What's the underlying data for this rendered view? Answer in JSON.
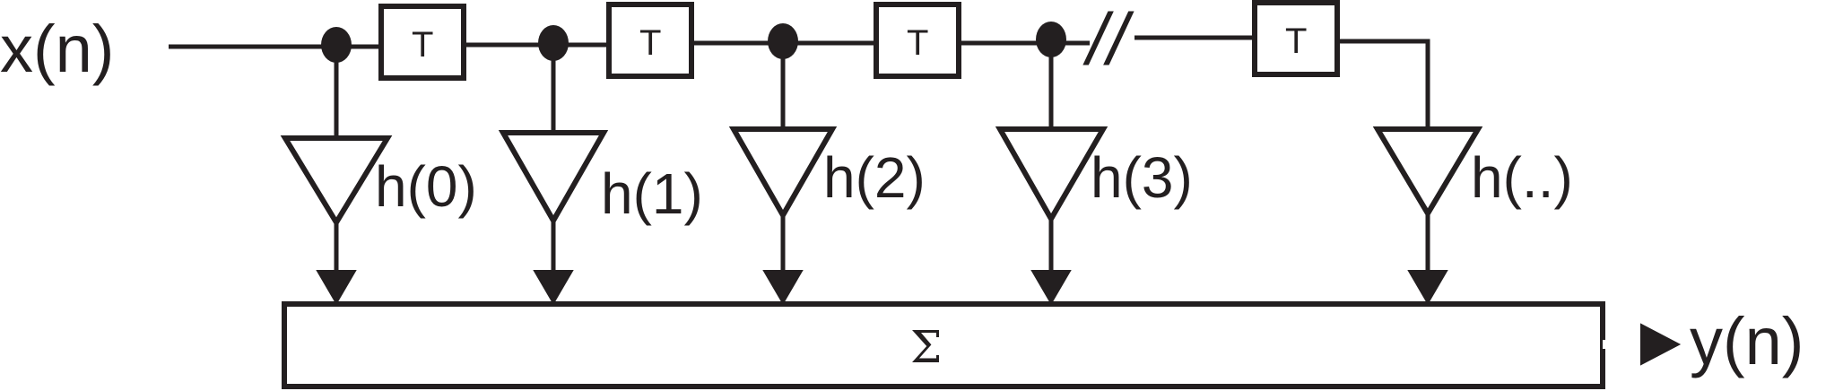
{
  "input_label": "x(n)",
  "output_label": "y(n)",
  "delay_label": "T",
  "break_mark": "//",
  "sum_label": "Σ",
  "coefficients": [
    "h(0)",
    "h(1)",
    "h(2)",
    "h(3)",
    "h(..)"
  ],
  "colors": {
    "ink": "#231f20",
    "background": "#ffffff"
  }
}
